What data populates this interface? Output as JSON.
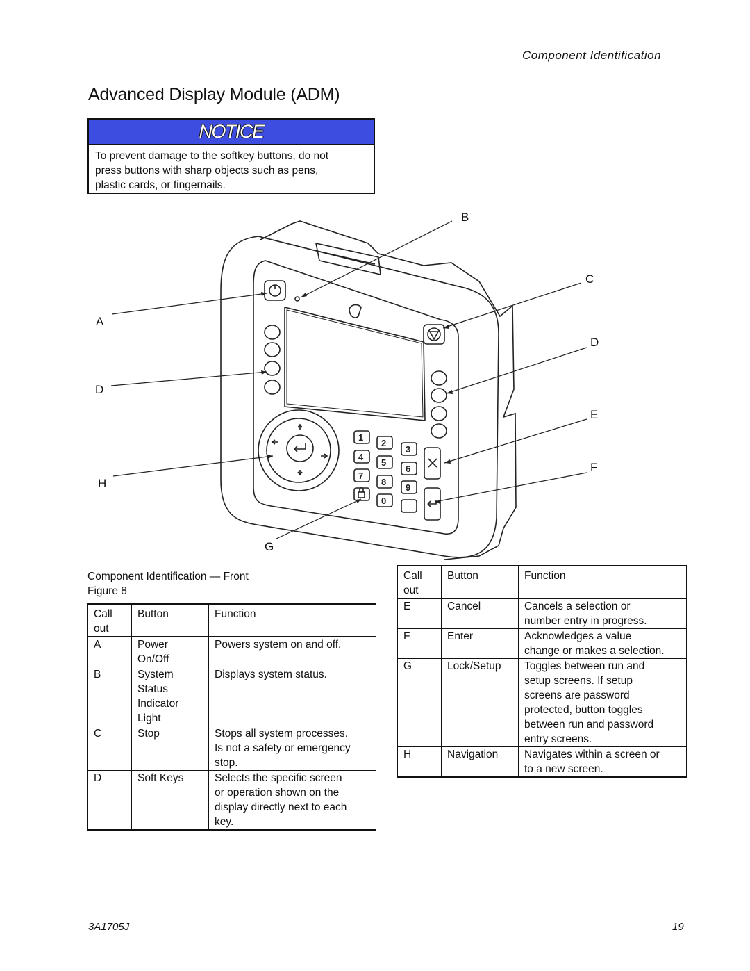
{
  "header": {
    "section": "Component  Identification"
  },
  "title": "Advanced Display Module (ADM)",
  "notice": {
    "label": "NOTICE",
    "lines": [
      "To prevent damage to the softkey buttons, do not",
      "press buttons with sharp objects such as pens,",
      "plastic cards, or fingernails."
    ]
  },
  "figure": {
    "callouts": [
      "A",
      "B",
      "C",
      "D",
      "D",
      "E",
      "F",
      "G",
      "H"
    ],
    "keypad": [
      "1",
      "2",
      "3",
      "4",
      "5",
      "6",
      "7",
      "8",
      "9",
      "0"
    ],
    "caption": [
      "Component Identification — Front",
      "Figure 8"
    ]
  },
  "table_headers": {
    "callout": [
      "Call",
      "out"
    ],
    "button": "Button",
    "function": "Function"
  },
  "table_left": [
    {
      "callout": "A",
      "button": [
        "Power",
        "On/Off"
      ],
      "function": [
        "Powers system on and off."
      ]
    },
    {
      "callout": "B",
      "button": [
        "System",
        "Status",
        "Indicator",
        "Light"
      ],
      "function": [
        "Displays system status."
      ]
    },
    {
      "callout": "C",
      "button": [
        "Stop"
      ],
      "function": [
        "Stops all system processes.",
        "Is not a safety or emergency",
        "stop."
      ]
    },
    {
      "callout": "D",
      "button": [
        "Soft Keys"
      ],
      "function": [
        "Selects the specific screen",
        "or operation shown on the",
        "display directly next to each",
        "key."
      ]
    }
  ],
  "table_right": [
    {
      "callout": "E",
      "button": [
        "Cancel"
      ],
      "function": [
        "Cancels  a  selection  or",
        "number entry in progress."
      ]
    },
    {
      "callout": "F",
      "button": [
        "Enter"
      ],
      "function": [
        "Acknowledges  a  value",
        "change or makes a selection."
      ]
    },
    {
      "callout": "G",
      "button": [
        "Lock/Setup"
      ],
      "function": [
        "Toggles between run and",
        "setup screens.  If setup",
        "screens are password",
        "protected, button toggles",
        "between run and password",
        "entry screens."
      ]
    },
    {
      "callout": "H",
      "button": [
        "Navigation"
      ],
      "function": [
        "Navigates within a screen or",
        "to a new screen."
      ]
    }
  ],
  "footer": {
    "doc_id": "3A1705J",
    "page": "19"
  }
}
